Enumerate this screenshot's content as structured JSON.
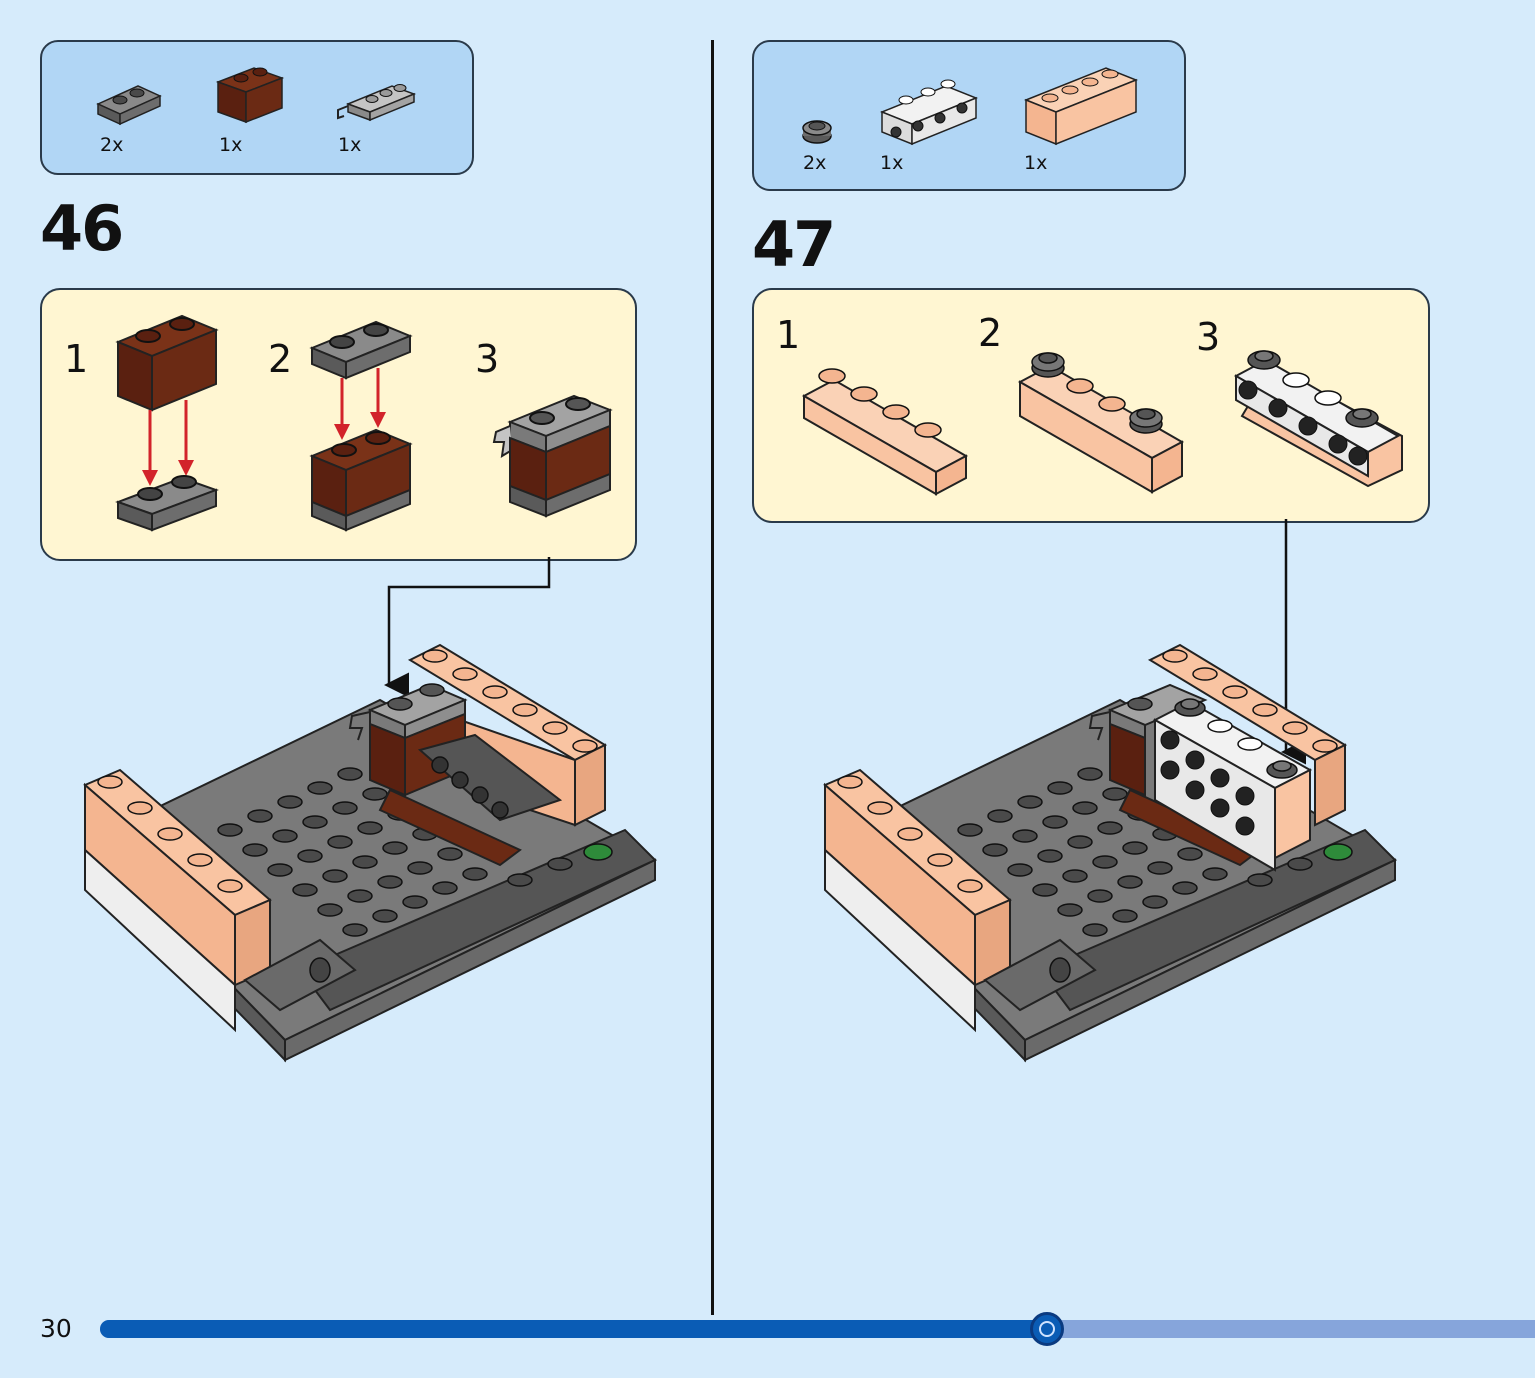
{
  "page": {
    "number": "30",
    "progress": 0.66
  },
  "steps": [
    {
      "number": "46",
      "parts": [
        {
          "qty": "2x",
          "icon": "dark-gray-plate-1x2-icon"
        },
        {
          "qty": "1x",
          "icon": "brown-brick-1x2-icon"
        },
        {
          "qty": "1x",
          "icon": "gray-plate-clip-icon"
        }
      ],
      "substeps": [
        "1",
        "2",
        "3"
      ]
    },
    {
      "number": "47",
      "parts": [
        {
          "qty": "2x",
          "icon": "round-plate-1x1-icon"
        },
        {
          "qty": "1x",
          "icon": "white-bracket-plate-icon"
        },
        {
          "qty": "1x",
          "icon": "tan-brick-1x4-icon"
        }
      ],
      "substeps": [
        "1",
        "2",
        "3"
      ]
    }
  ],
  "colors": {
    "background": "#d6ebfb",
    "parts_box": "#b1d6f5",
    "substep_box": "#fff6d2",
    "progress_fill": "#0a5cb5",
    "progress_track": "#86a5db",
    "arrow_red": "#d2232a",
    "brick_brown": "#6b2a14",
    "brick_tan": "#f9c4a2",
    "plate_dark": "#6d6d6d",
    "plate_gray": "#a3a3a3"
  }
}
